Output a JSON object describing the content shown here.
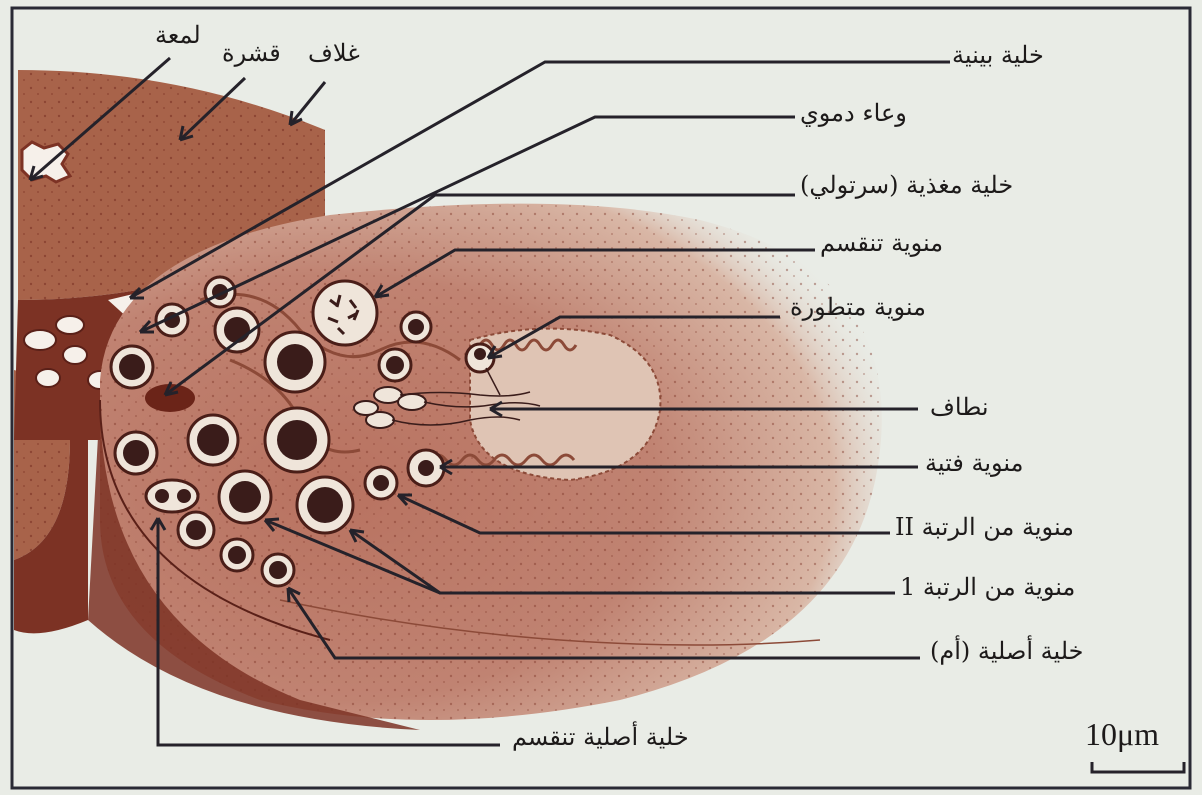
{
  "labels": {
    "lumen": "لمعة",
    "cortex": "قشرة",
    "sheath": "غلاف",
    "interstitial_cell": "خلية بينية",
    "blood_vessel": "وعاء دموي",
    "sertoli_cell": "خلية مغذية (سرتولي)",
    "dividing_spermatocyte": "منوية تنقسم",
    "developing_spermatid": "منوية متطورة",
    "sperm": "نطاف",
    "young_spermatid": "منوية فتية",
    "secondary_spermatocyte": "منوية من الرتبة II",
    "primary_spermatocyte": "منوية من الرتبة 1",
    "spermatogonium": "خلية أصلية (أم)",
    "dividing_spermatogonium": "خلية أصلية تنقسم"
  },
  "scale_bar": "10μm",
  "colors": {
    "tissue": "#a8634a",
    "tissue_dark": "#7c3224",
    "tissue_light": "#d9b4a2",
    "lines": "#25222a",
    "background": "#e9ece6"
  }
}
